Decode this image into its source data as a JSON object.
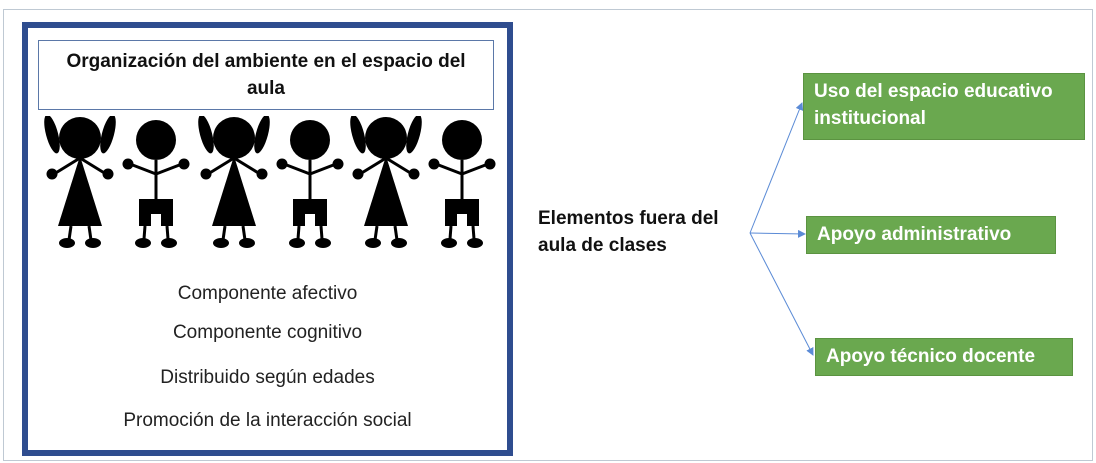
{
  "panel": {
    "title": "Organización del ambiente en el espacio del aula",
    "components": [
      "Componente afectivo",
      "Componente cognitivo",
      "Distribuido según edades",
      "Promoción de la interacción social"
    ]
  },
  "center": {
    "label": "Elementos fuera del aula de clases"
  },
  "targets": [
    "Uso del espacio educativo institucional",
    "Apoyo administrativo",
    "Apoyo técnico docente"
  ],
  "colors": {
    "panel_border": "#2f4d8f",
    "green_box": "#6aa84f",
    "arrow": "#5b8bd6"
  },
  "icons": [
    "girl-figure-icon",
    "boy-figure-icon"
  ]
}
